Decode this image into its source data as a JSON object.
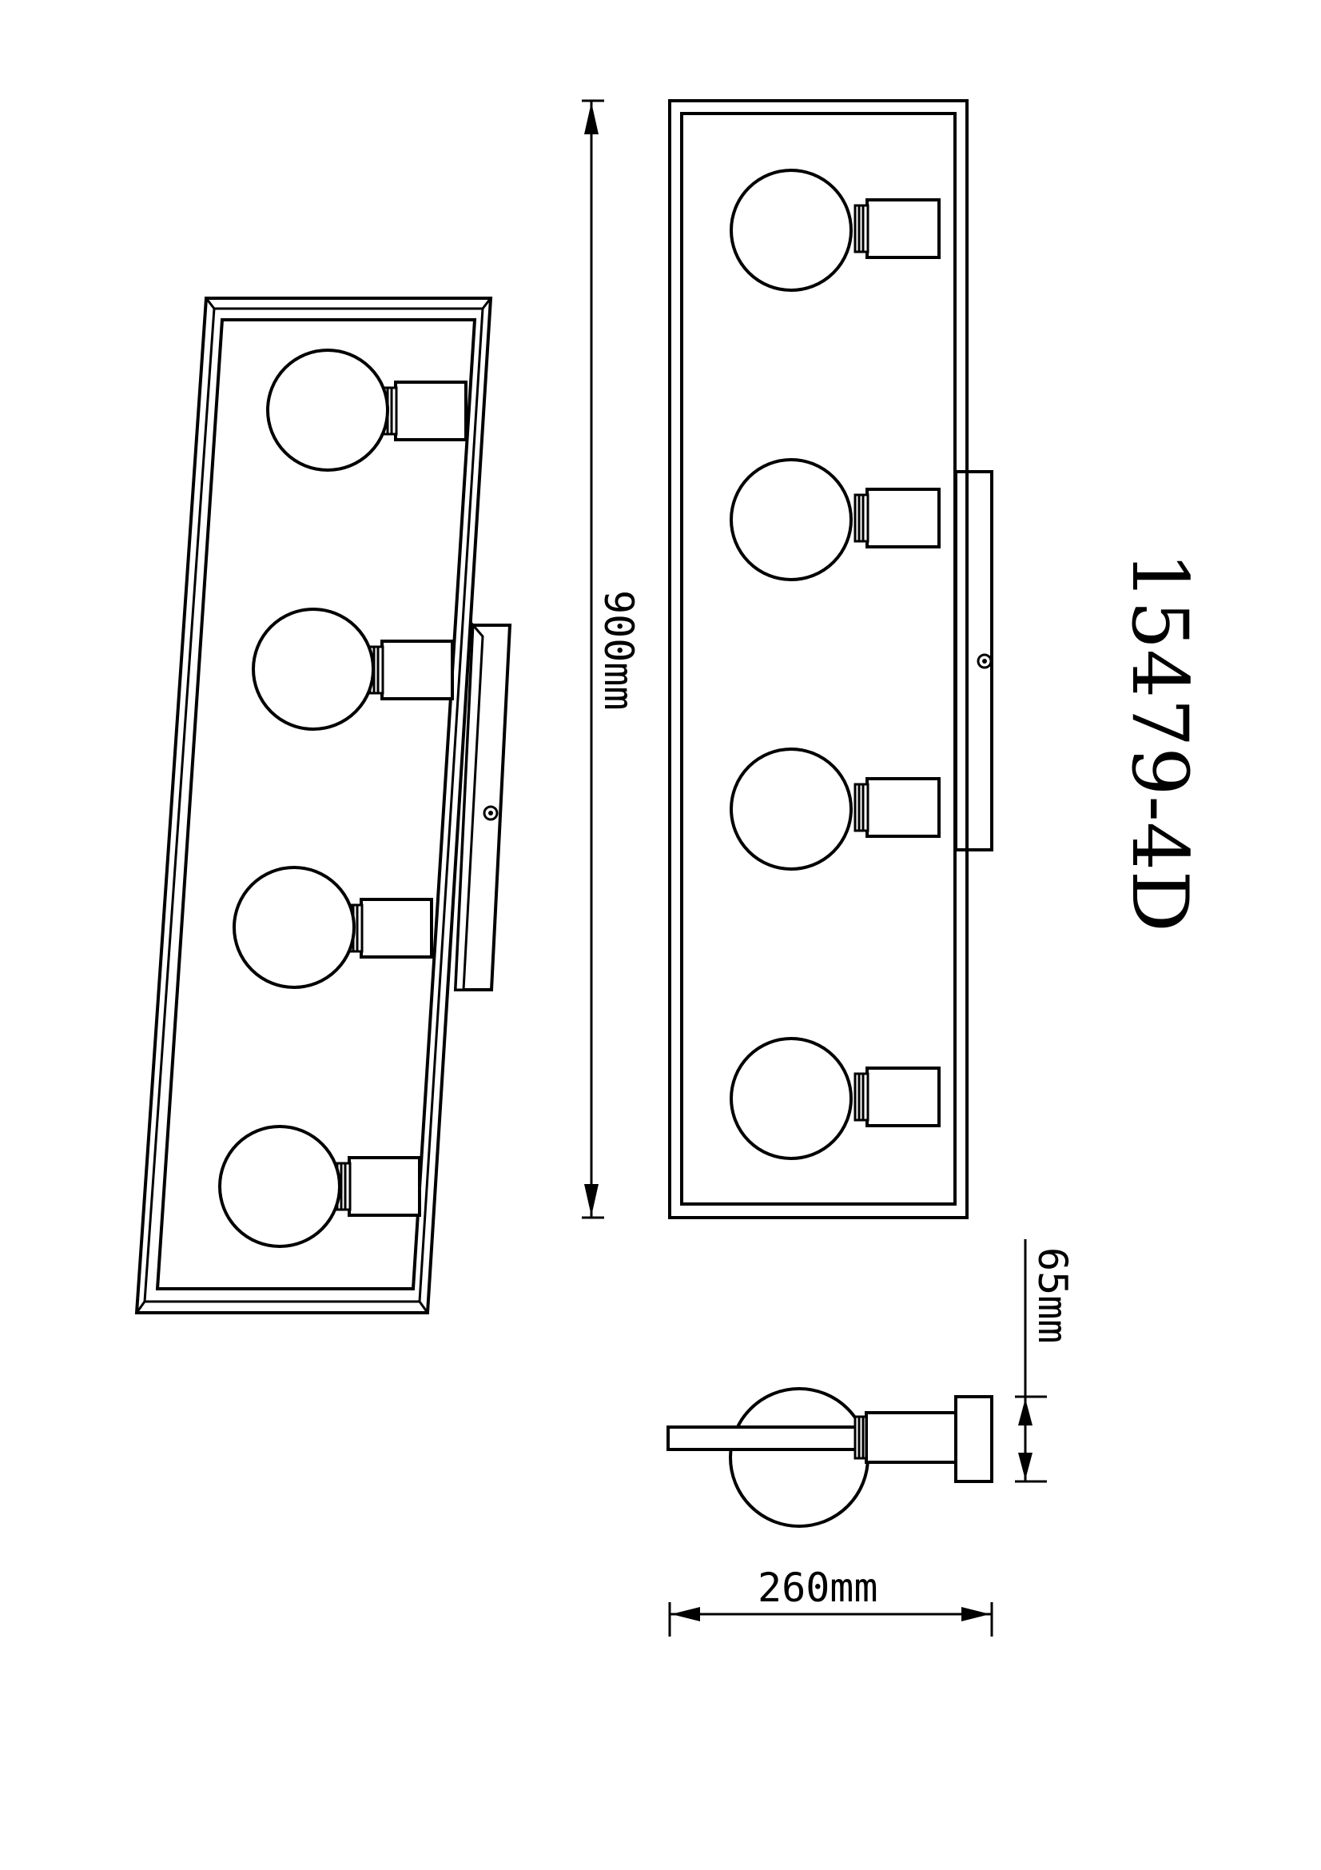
{
  "model_number": "15479-4D",
  "dimensions": {
    "length_label": "900mm",
    "depth_label": "65mm",
    "width_label": "260mm"
  }
}
